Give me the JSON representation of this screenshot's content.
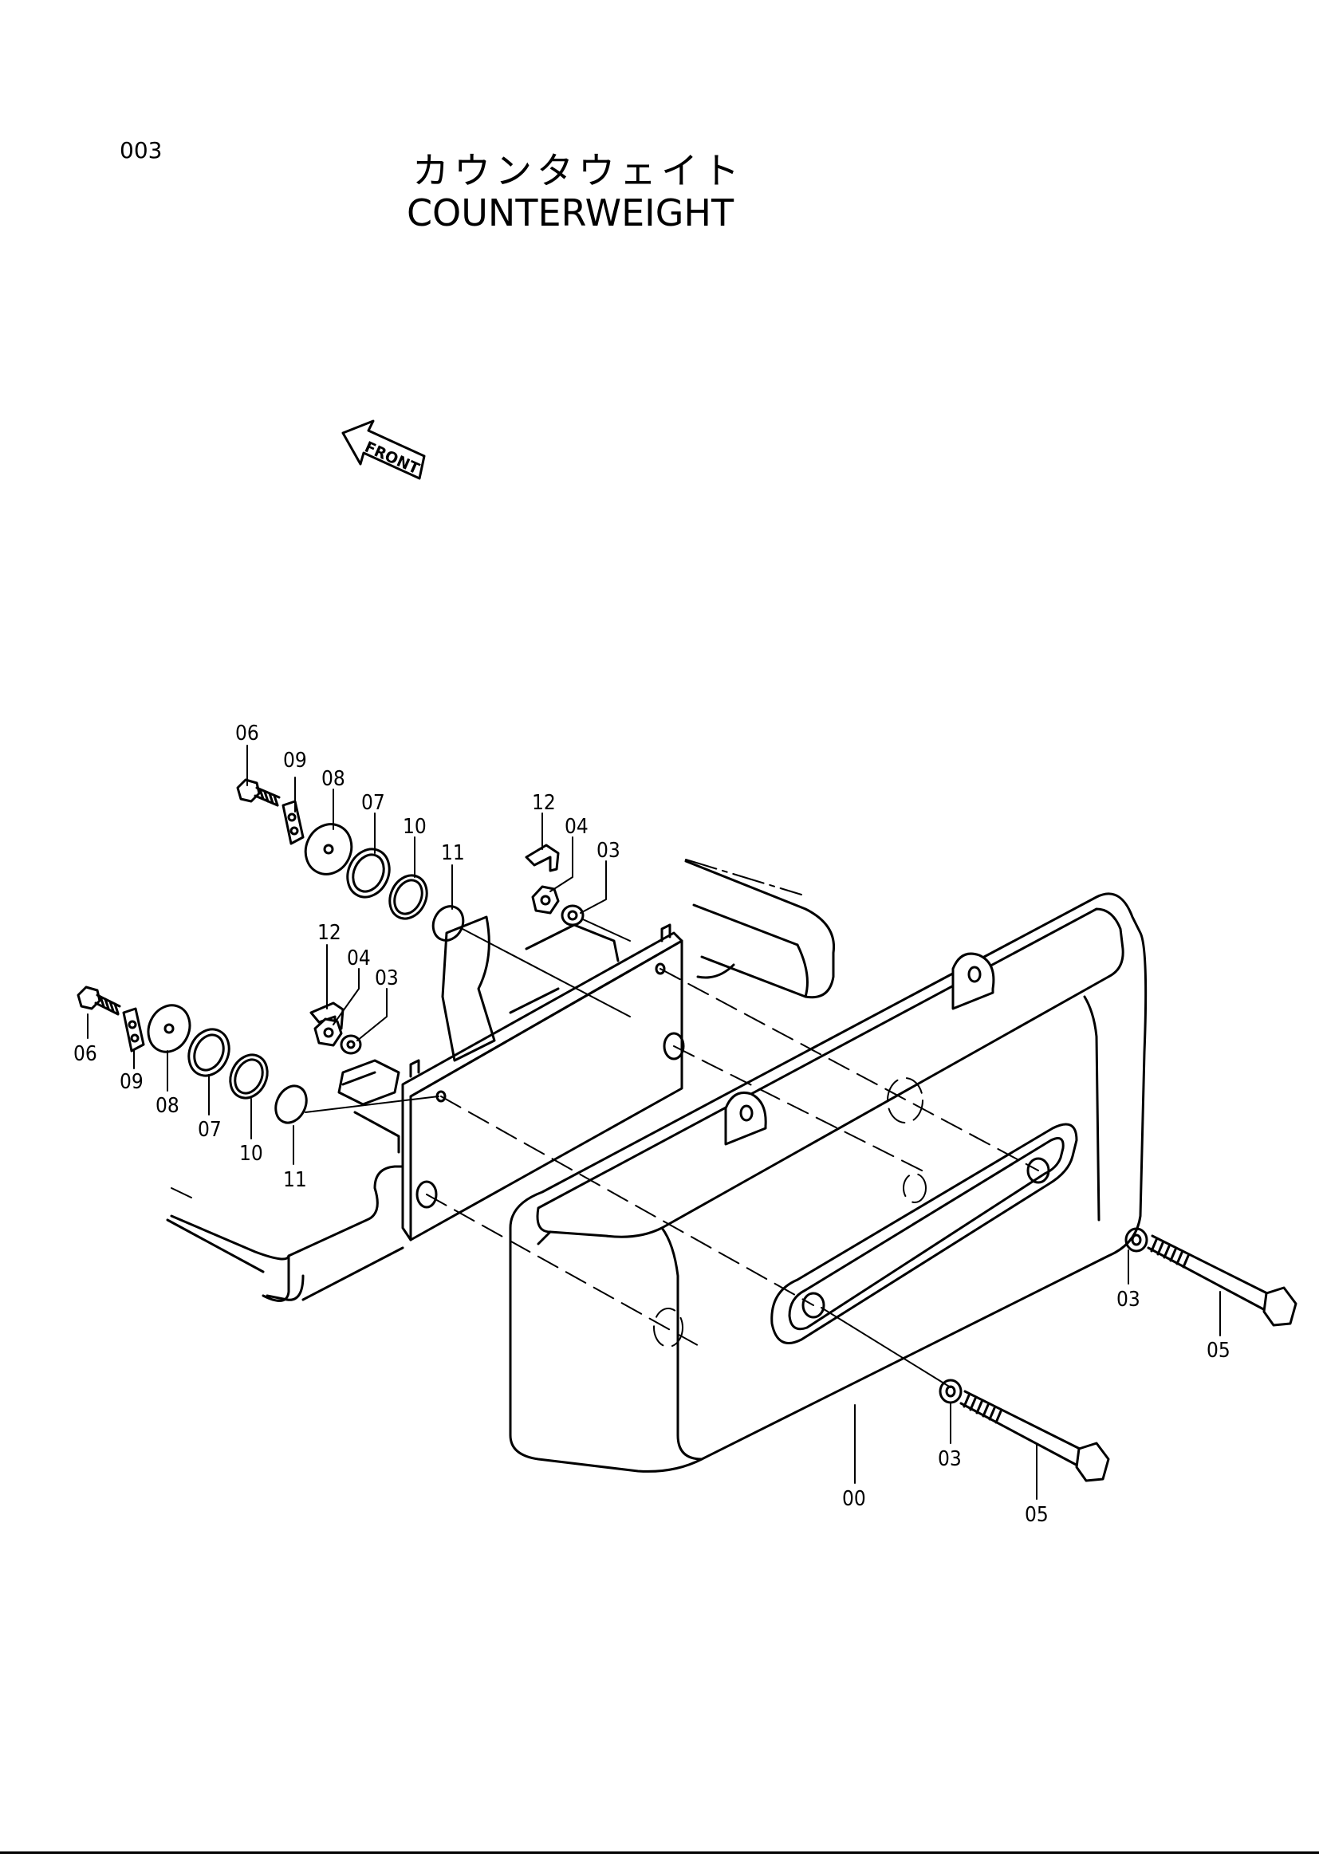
{
  "page": {
    "number": "003",
    "title_jp": "カウンタウェイト",
    "title_en": "COUNTERWEIGHT"
  },
  "front_marker": {
    "label": "FRONT",
    "icon": "front-arrow-icon"
  },
  "callouts": [
    "00",
    "03",
    "04",
    "05",
    "06",
    "07",
    "08",
    "09",
    "10",
    "11",
    "12"
  ],
  "colors": {
    "ink": "#000000",
    "paper": "#ffffff"
  }
}
